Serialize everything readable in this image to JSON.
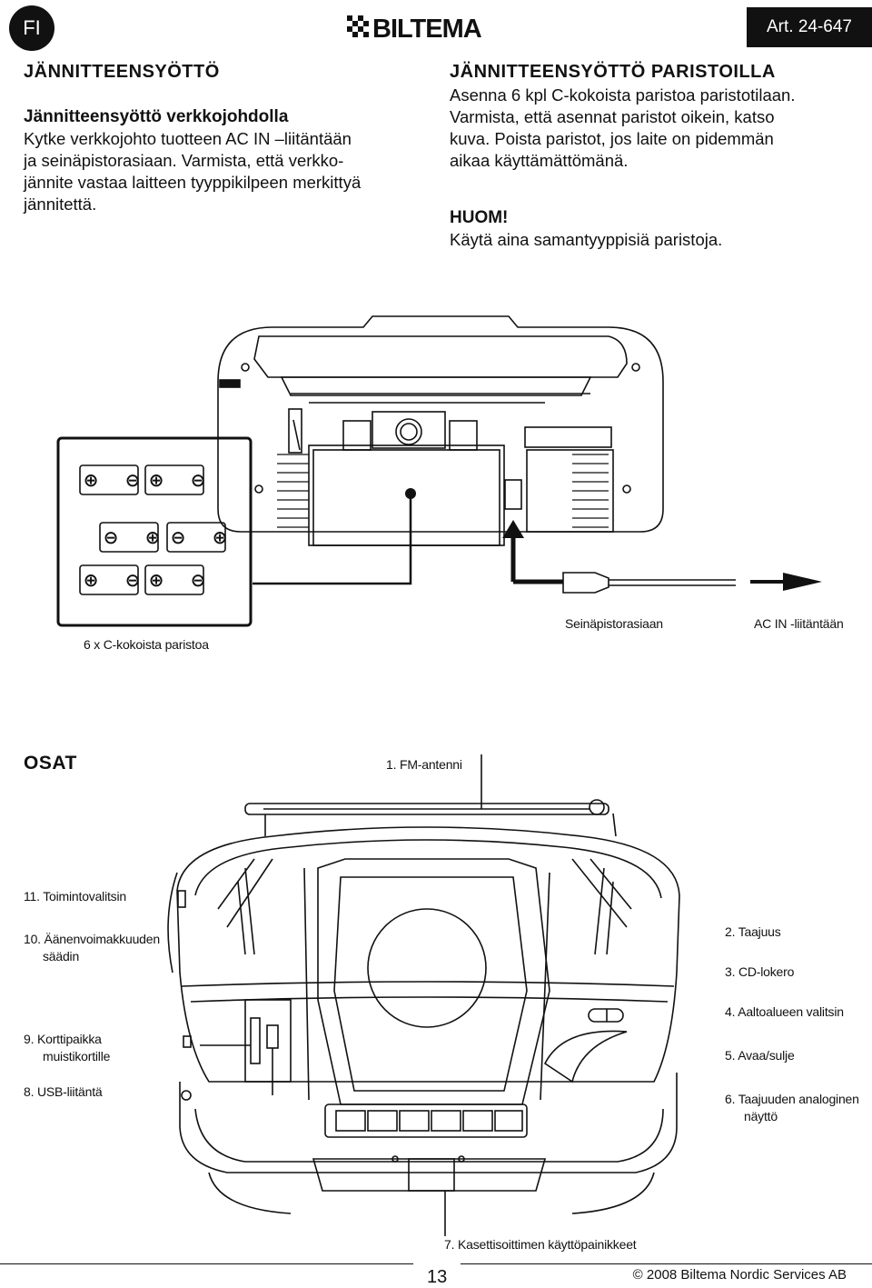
{
  "header": {
    "lang": "FI",
    "brand": "BILTEMA",
    "art": "Art. 24-647"
  },
  "left": {
    "title": "JÄNNITTEENSYÖTTÖ",
    "subtitle": "Jännitteensyöttö verkkojohdolla",
    "lines": [
      "Kytke verkkojohto tuotteen AC IN –liitäntään",
      "ja seinäpistorasiaan. Varmista, että verkko-",
      "jännite vastaa laitteen tyyppikilpeen merkittyä",
      "jännitettä."
    ]
  },
  "right": {
    "title": "JÄNNITTEENSYÖTTÖ PARISTOILLA",
    "lines": [
      "Asenna 6 kpl C-kokoista paristoa paristotilaan.",
      "Varmista, että asennat paristot oikein, katso",
      "kuva. Poista paristot, jos laite on pidemmän",
      "aikaa käyttämättömänä."
    ],
    "note_title": "HUOM!",
    "note": "Käytä aina samantyyppisiä paristoja."
  },
  "figure1": {
    "batteries_label": "6 x C-kokoista paristoa",
    "wall_label": "Seinäpistorasiaan",
    "acin_label": "AC IN -liitäntään"
  },
  "parts": {
    "title": "OSAT",
    "p1": "1.  FM-antenni",
    "p2": "2.  Taajuus",
    "p3": "3.  CD-lokero",
    "p4": "4.  Aaltoalueen valitsin",
    "p5": "5.  Avaa/sulje",
    "p6a": "6.  Taajuuden analoginen",
    "p6b": "näyttö",
    "p7": "7.  Kasettisoittimen käyttöpainikkeet",
    "p8": "8.  USB-liitäntä",
    "p9a": "9.  Korttipaikka",
    "p9b": "muistikortille",
    "p10a": "10. Äänenvoimakkuuden",
    "p10b": "säädin",
    "p11": "11. Toimintovalitsin"
  },
  "footer": {
    "page": "13",
    "copyright": "© 2008 Biltema Nordic Services AB"
  }
}
